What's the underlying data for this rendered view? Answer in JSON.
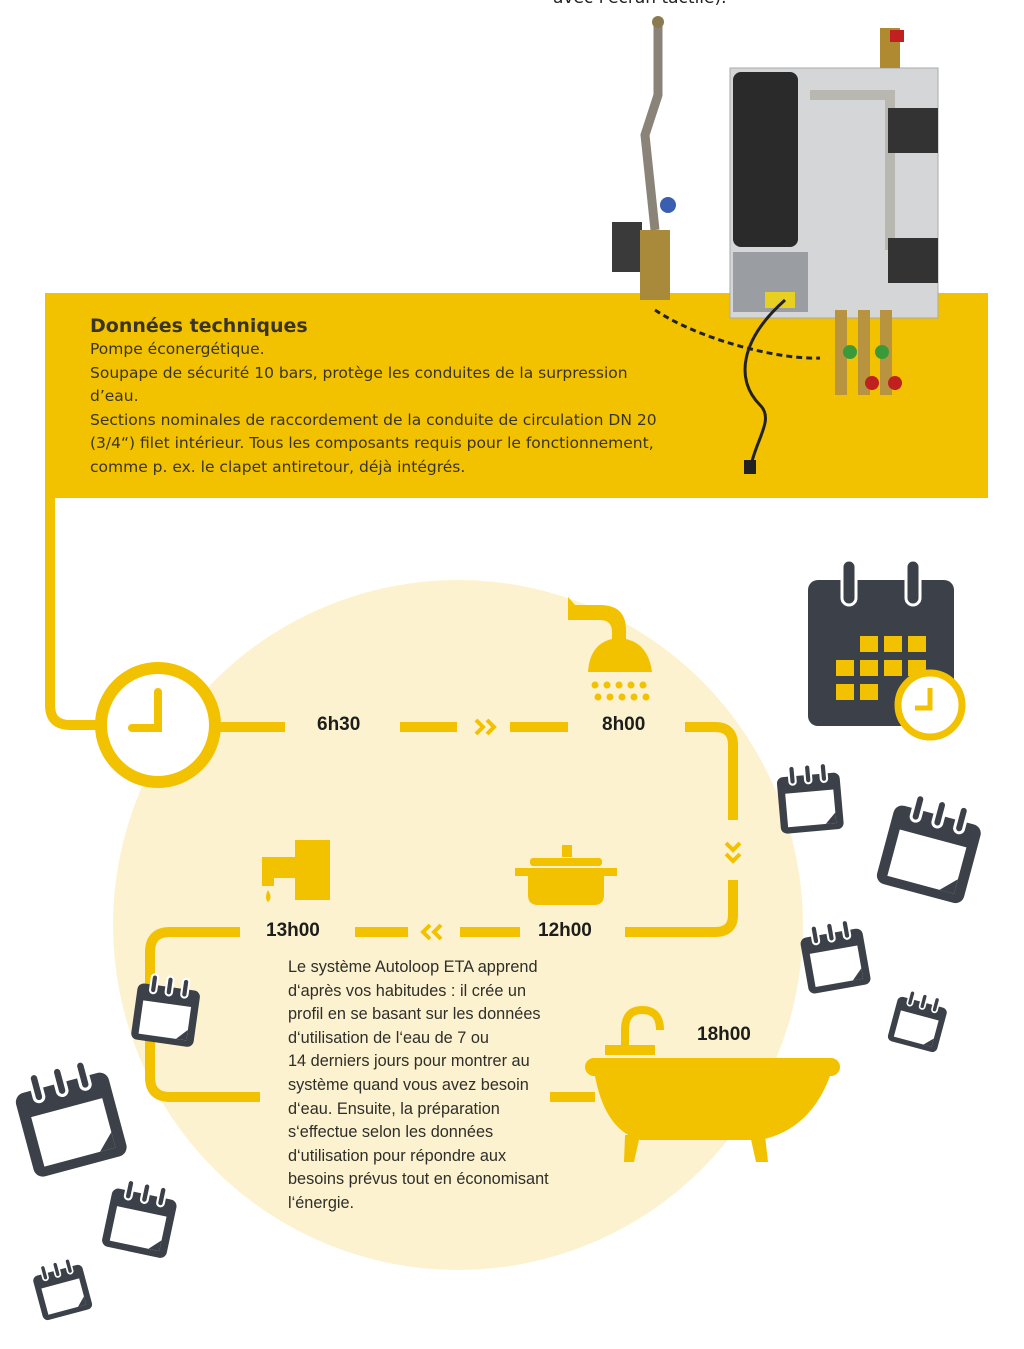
{
  "top_caption": "avec l'écran tactile).",
  "tech": {
    "title": "Données techniques",
    "lines": [
      "Pompe éconergétique.",
      "Soupape de sécurité 10 bars, protège les conduites de la surpression d’eau.",
      "Sections nominales de raccordement de la conduite de circulation DN 20 (3/4“) filet intérieur. Tous les composants requis pour le fonctionnement, comme p. ex. le clapet antiretour, déjà intégrés."
    ]
  },
  "timeline": {
    "times": [
      "6h30",
      "8h00",
      "12h00",
      "13h00",
      "18h00"
    ]
  },
  "description": [
    "Le système Autoloop ETA apprend",
    "d‘après vos habitudes : il crée un",
    "profil en se basant sur les données",
    "d‘utilisation de l‘eau de 7 ou",
    "14 derniers jours pour montrer au",
    "système quand vous avez besoin",
    "d‘eau. Ensuite, la préparation",
    "s‘effectue selon les données",
    "d‘utilisation pour répondre aux",
    "besoins prévus tout en économisant",
    "l‘énergie."
  ],
  "colors": {
    "accent": "#F2C200",
    "circle": "#FDF2CF",
    "dark": "#3B4049"
  }
}
